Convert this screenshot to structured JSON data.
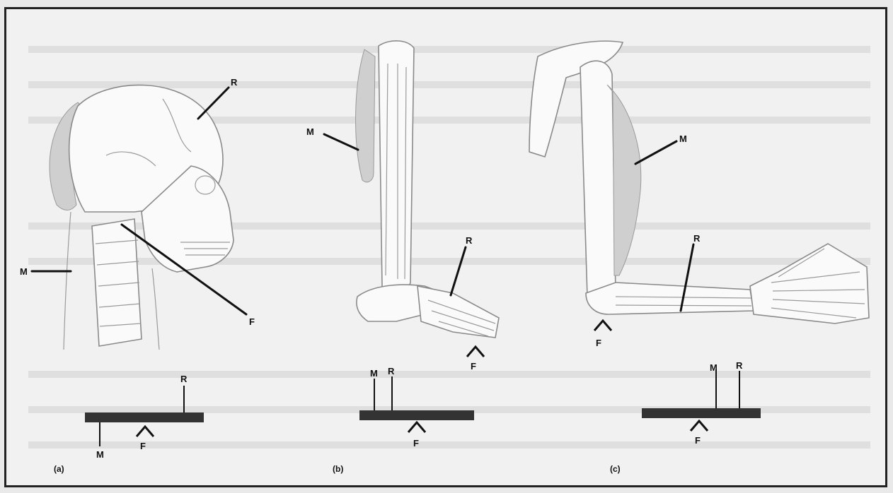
{
  "panels": [
    {
      "caption": "(a)",
      "labels": {
        "R": "R",
        "M": "M",
        "F": "F"
      }
    },
    {
      "caption": "(b)",
      "labels": {
        "R": "R",
        "M": "M",
        "F": "F"
      }
    },
    {
      "caption": "(c)",
      "labels": {
        "R": "R",
        "M": "M",
        "F": "F"
      }
    }
  ],
  "levers": [
    {
      "labels": {
        "R": "R",
        "M": "M",
        "F": "F"
      }
    },
    {
      "labels": {
        "R": "R",
        "M": "M",
        "F": "F"
      }
    },
    {
      "labels": {
        "R": "R",
        "M": "M",
        "F": "F"
      }
    }
  ],
  "colors": {
    "ink": "#111111",
    "bar": "#333333",
    "paper": "#f1f1f1",
    "muscle": "#cfcfcf"
  }
}
